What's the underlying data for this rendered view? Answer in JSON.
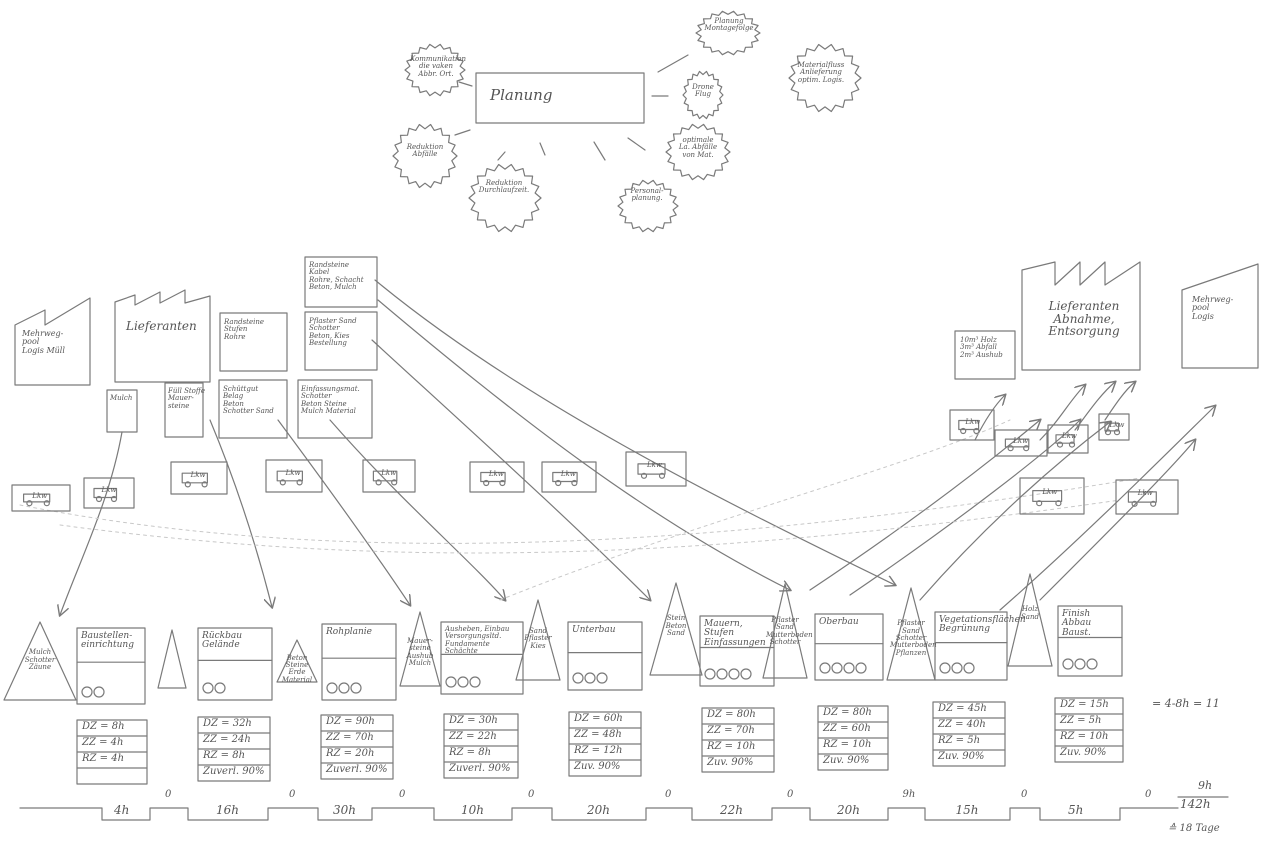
{
  "planning": {
    "center": "Planung",
    "bubbles": [
      "Kommunikation\ndie vaken\nAbbr. Ort.",
      "Planung\nMontagefolge",
      "Drone\nFlug",
      "Materialfluss\nAnlieferung\noptim. Logis.",
      "Reduktion\nAbfälle",
      "Reduktion\nDurchlaufzeit.",
      "optimale\nLa. Abfälle\nvon Mat.",
      "Personal-\nplanung."
    ]
  },
  "suppliers": {
    "left_factory1": "Mehrweg-\npool\nLogis Müll",
    "left_factory2": "Lieferanten",
    "right_factory1": "Lieferanten\nAbnahme, Entsorgung",
    "right_factory2": "Mehrweg-\npool\nLogis",
    "top_boxes": [
      "Randsteine\nKabel\nRohre, Schacht\nBeton, Mulch",
      "Pflaster Sand\nSchotter\nBeton, Kies\nBestellung",
      "Randsteine\nStufen\nRohre"
    ],
    "mid_boxes": [
      "Mulch",
      "Füll Stoffe\nMauer-\nsteine",
      "Schüttgut\nBelag\nBeton\nSchotter Sand",
      "Einfassungsmat.\nSchotter\nBeton      Steine\nMulch Material"
    ],
    "right_box": "10m³ Holz\n3m³ Abfall\n2m³ Aushub",
    "truck_label": "Lkw"
  },
  "process": [
    {
      "title": "Baustellen-\neinrichtung",
      "metrics": [
        "DZ = 8h",
        "ZZ = 4h",
        "RZ = 4h",
        ""
      ]
    },
    {
      "title": "Rückbau\nGelände",
      "metrics": [
        "DZ = 32h",
        "ZZ = 24h",
        "RZ = 8h",
        "Zuverl. 90%"
      ]
    },
    {
      "title": "Rohplanie",
      "metrics": [
        "DZ = 90h",
        "ZZ = 70h",
        "RZ = 20h",
        "Zuverl. 90%"
      ]
    },
    {
      "title": "Ausheben, Einbau\nVersorgungsltd.\nFundamente Schächte",
      "metrics": [
        "DZ = 30h",
        "ZZ = 22h",
        "RZ = 8h",
        "Zuverl. 90%"
      ]
    },
    {
      "title": "Unterbau",
      "metrics": [
        "DZ = 60h",
        "ZZ = 48h",
        "RZ = 12h",
        "Zuv. 90%"
      ]
    },
    {
      "title": "Mauern, Stufen\nEinfassungen",
      "metrics": [
        "DZ = 80h",
        "ZZ = 70h",
        "RZ = 10h",
        "Zuv. 90%"
      ]
    },
    {
      "title": "Oberbau",
      "metrics": [
        "DZ = 80h",
        "ZZ = 60h",
        "RZ = 10h",
        "Zuv. 90%"
      ]
    },
    {
      "title": "Vegetationsflächen\nBegrünung",
      "metrics": [
        "DZ = 45h",
        "ZZ = 40h",
        "RZ = 5h",
        "Zuv. 90%"
      ]
    },
    {
      "title": "Finish\nAbbau Baust.",
      "metrics": [
        "DZ = 15h",
        "ZZ = 5h",
        "RZ = 10h",
        "Zuv. 90%"
      ]
    }
  ],
  "inventories": [
    "Mulch\nSchotter\nZäune",
    "",
    "Beton\nSteine\nErde\nMaterial",
    "Mauer-\nsteine\nAushub\nMulch",
    "Sand\nPflaster\nKies",
    "Stein\nBeton\nSand",
    "Pflaster\nSand\nMutterboden\nSchotter",
    "Pflaster\nSand\nSchotter\nMutterboden\nPflanzen",
    "Holz\nSand"
  ],
  "timeline": {
    "process_times": [
      "4h",
      "16h",
      "30h",
      "10h",
      "20h",
      "22h",
      "20h",
      "15h",
      "5h"
    ],
    "wait_times": [
      "0",
      "0",
      "0",
      "0",
      "0",
      "0",
      "9h",
      "0",
      "0"
    ],
    "total_wait": "9h",
    "total_process": "142h",
    "days": "≙ 18 Tage",
    "ratio": "= 4-8h = 11"
  }
}
